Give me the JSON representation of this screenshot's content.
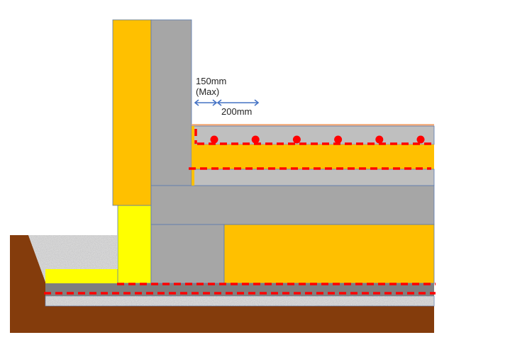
{
  "labels": {
    "max_edge_distance": "150mm",
    "max_qualifier": "(Max)",
    "spacing": "200mm"
  },
  "colors": {
    "soil": "#843c0c",
    "insulation": "#ffc000",
    "yellow_insulation": "#ffff00",
    "concrete": "#a6a6a6",
    "screed": "#bfbfbf",
    "blinding": "#7f7f7f",
    "membrane": "#ff0000",
    "dimension": "#4472c4",
    "finish": "#f4b183"
  },
  "heating_pipe_count": 6
}
